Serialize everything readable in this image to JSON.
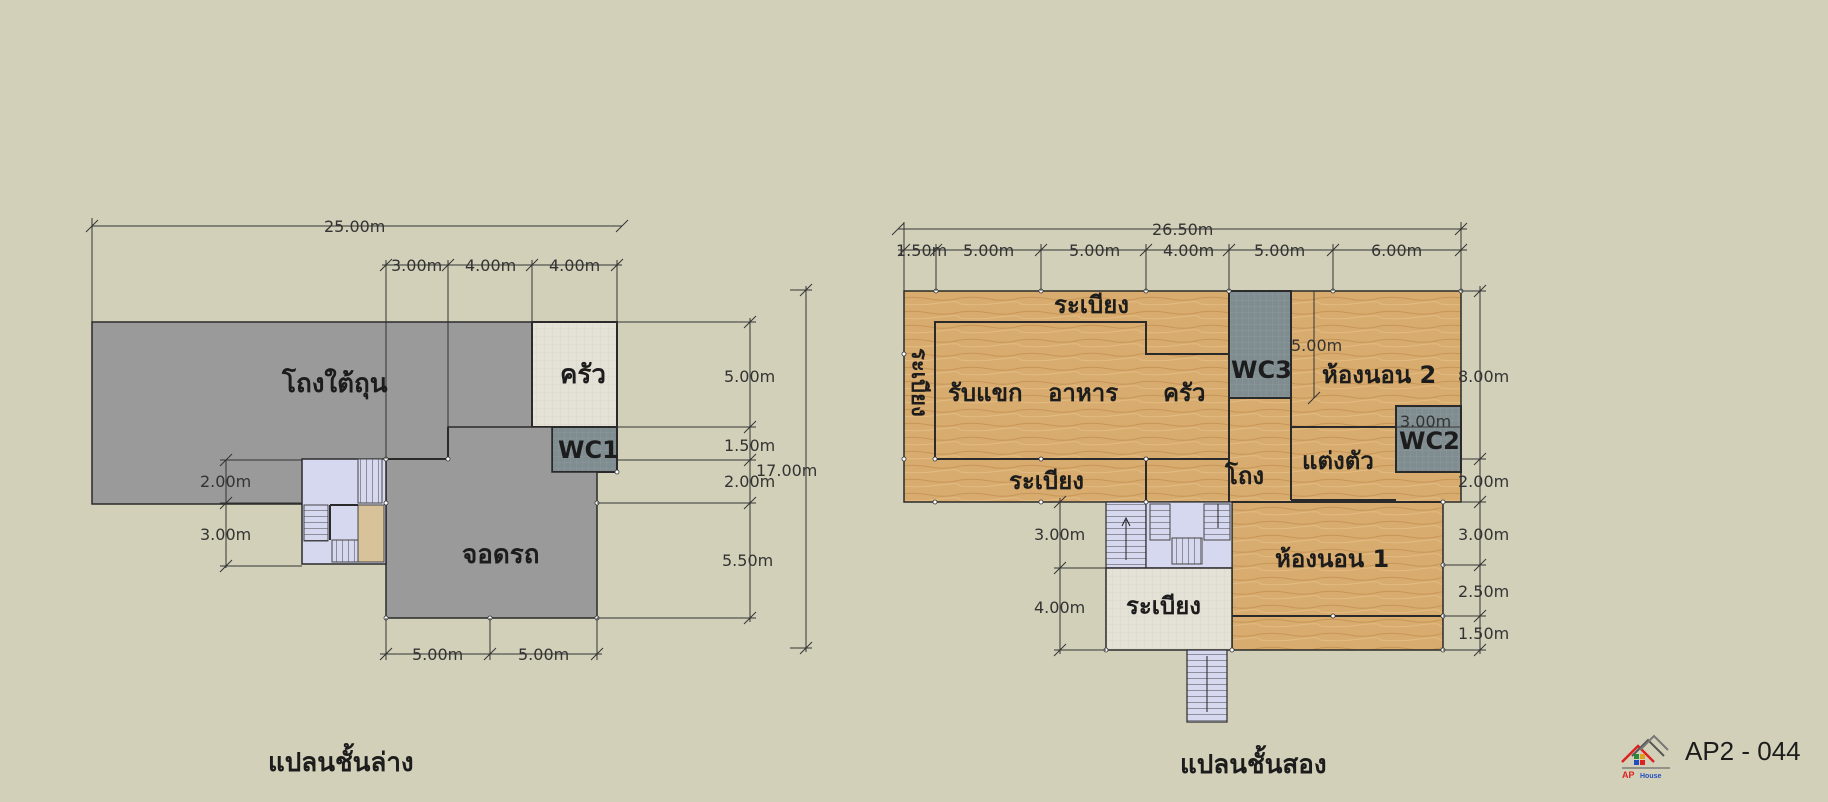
{
  "colors": {
    "background": "#d3d0b9",
    "concrete": "#9a9a9a",
    "wood": "#d8ac6e",
    "tile_light": "#e4e2d6",
    "bathroom": "#7f8c90",
    "stair": "#d6d8f0"
  },
  "ground_floor": {
    "title": "แปลนชั้นล่าง",
    "rooms": {
      "under_house": "โถงใต้ถุน",
      "kitchen": "ครัว",
      "wc1": "WC1",
      "carport": "จอดรถ"
    },
    "dims": {
      "total_top": "25.00m",
      "top_a": "3.00m",
      "top_b": "4.00m",
      "top_c": "4.00m",
      "right_a": "5.00m",
      "right_b": "1.50m",
      "right_c": "2.00m",
      "right_d": "5.50m",
      "total_right": "17.00m",
      "left_a": "2.00m",
      "left_b": "3.00m",
      "bottom_a": "5.00m",
      "bottom_b": "5.00m"
    }
  },
  "upper_floor": {
    "title": "แปลนชั้นสอง",
    "rooms": {
      "veranda_top": "ระเบียง",
      "veranda_left": "ระเบียง",
      "living": "รับแขก",
      "dining": "อาหาร",
      "kitchen": "ครัว",
      "wc3": "WC3",
      "bedroom2": "ห้องนอน 2",
      "dressing": "แต่งตัว",
      "wc2": "WC2",
      "veranda_mid": "ระเบียง",
      "hall": "โถง",
      "bedroom1": "ห้องนอน 1",
      "veranda_bottom": "ระเบียง"
    },
    "dims": {
      "total_top": "26.50m",
      "top_a": "1.50m",
      "top_b": "5.00m",
      "top_c": "5.00m",
      "top_d": "4.00m",
      "top_e": "5.00m",
      "top_f": "6.00m",
      "inner_a": "5.00m",
      "inner_b": "3.00m",
      "right_a": "8.00m",
      "right_b": "2.00m",
      "right_c": "3.00m",
      "right_d": "2.50m",
      "right_e": "1.50m",
      "left_a": "3.00m",
      "left_b": "4.00m"
    }
  },
  "brand": {
    "logo_text": "AP House",
    "code": "AP2 - 044"
  }
}
